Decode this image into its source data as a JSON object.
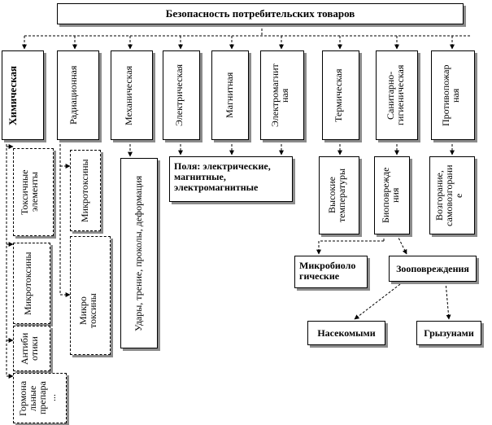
{
  "title": "Безопасность потребительских товаров",
  "categories": {
    "chemical": "Химическая",
    "radiation": "Радиационная",
    "mechanical": "Механическая",
    "electric": "Электрическая",
    "magnetic": "Магнитная",
    "electromagnetic": "Электромагнит\nная",
    "thermal": "Термическая",
    "sanitary": "Санитарно-\nгигиеническая",
    "fire": "Противопожар\nная"
  },
  "chemical_items": {
    "toxic": "Токсичные\nэлементы",
    "mycotoxins": "Микротоксины",
    "antibiotics": "Антиби\nотики",
    "hormones": "Гормона\nльные\nпрепара\n..."
  },
  "radiation_items": {
    "microtoxins": "Микротоксины",
    "micro_toxins": "Микро\nтоксины"
  },
  "mechanical_items": {
    "impacts": "Удары, трение, проколы, деформация"
  },
  "fields": "Поля: электрические,\nмагнитные,\nэлектромагнитные",
  "high_temp": "Высокие\nтемпературы",
  "biodamage": "Биоповрежде\nния",
  "ignition": "Возгорание,\nсамовозгорани\nе",
  "microbio": "Микробиоло\nгические",
  "zoodamage": "Зооповреждения",
  "insects": "Насекомыми",
  "rodents": "Грызунами"
}
